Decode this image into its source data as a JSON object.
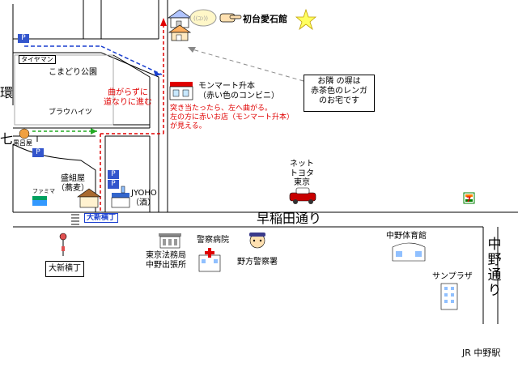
{
  "title": "初台愛石館",
  "roads": {
    "kannana_left": "環",
    "kannana_left2": "七",
    "waseda": "早稲田通り",
    "nakano": "中野通り"
  },
  "places": {
    "tayman": "タイヤマン",
    "komadori": "こまどり公園",
    "brown": "ブラウハイツ",
    "kurobuya": "黒呂屋",
    "famima": "ファミマ",
    "seiseiya": "盛組屋\n（蕎麦）",
    "jyoho": "JYOHO\n（酒）",
    "monmart": "モンマート升本\n（赤い色のコンビニ）",
    "nettoyota": "ネット\nトヨタ\n東京",
    "shinoshinbashi_cross": "大新横丁",
    "shinoshinbashi_bus": "大新横丁",
    "houmukyoku": "東京法務局\n中野出張所",
    "keisatsu_hospital": "警察病院",
    "noukata": "野方警察署",
    "nakano_gym": "中野体育館",
    "sunplaza": "サンプラザ",
    "jr_nakano": "JR 中野駅",
    "seven": "7"
  },
  "notes": {
    "straight": "曲がらずに\n道なりに進む",
    "turn": "突き当たったら、左へ曲がる。\n左の方に赤いお店（モンマート升本）\nが見える。",
    "neighbor": "お隣 の塀は\n赤茶色のレンガ\nのお宅です"
  },
  "badges": {
    "parking": "P"
  },
  "colors": {
    "road": "#000000",
    "route_red": "#e00000",
    "route_blue": "#1a3fcf",
    "route_green": "#22aa22",
    "parking_bg": "#3355cc"
  },
  "icons": [
    "house-icon",
    "thought-bubble-icon",
    "pointing-hand-icon",
    "star-icon",
    "shop-icon",
    "car-icon",
    "police-icon",
    "hospital-icon",
    "gym-icon",
    "building-icon",
    "bus-stop-icon",
    "seven-eleven-icon",
    "konbini-icon",
    "liquor-store-icon",
    "soba-shop-icon"
  ]
}
